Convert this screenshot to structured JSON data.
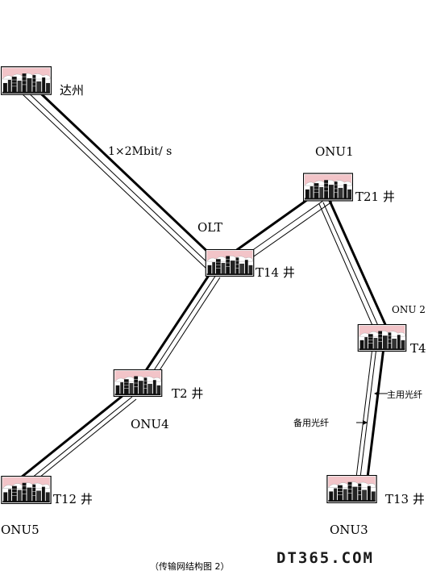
{
  "nodes": {
    "dazhou": {
      "label": "达州"
    },
    "olt": {
      "role": "OLT",
      "label": "T14 井"
    },
    "onu1": {
      "role": "ONU1",
      "label": "T21 井"
    },
    "onu2": {
      "role": "ONU 2",
      "label": "T4"
    },
    "onu3": {
      "role": "ONU3",
      "label": "T13 井"
    },
    "onu4": {
      "role": "ONU4",
      "label": "T2 井"
    },
    "onu5": {
      "role": "ONU5",
      "label": "T12 井"
    }
  },
  "link_label": "1×2Mbit/ s",
  "annotations": {
    "main_fiber": "主用光纤",
    "backup_fiber": "备用光纤"
  },
  "caption": "（传输网结构图 2）",
  "watermark": "DT365.COM",
  "colors": {
    "sky": "#f2c4c8",
    "building": "#111111",
    "frame": "#000000"
  }
}
